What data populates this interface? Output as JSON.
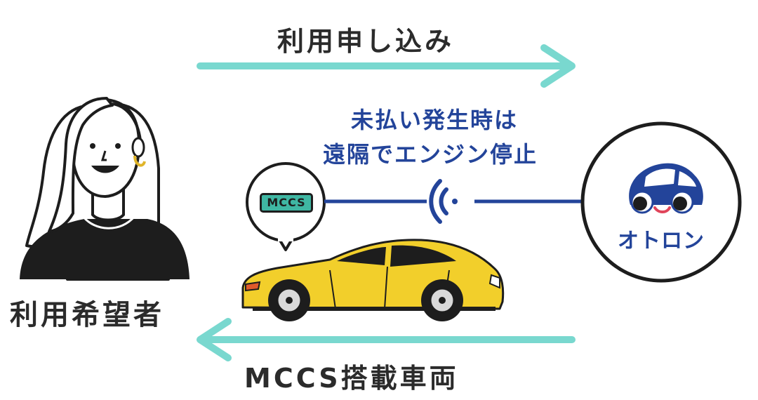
{
  "flow": {
    "top_label": "利用申し込み",
    "bottom_label": "MCCS搭載車両"
  },
  "user": {
    "label": "利用希望者"
  },
  "notice": {
    "line1": "未払い発生時は",
    "line2": "遠隔でエンジン停止"
  },
  "device": {
    "badge": "MCCS"
  },
  "service": {
    "name": "オトロン"
  },
  "colors": {
    "arrow": "#79d8cf",
    "navy": "#23449a",
    "car": "#f2cf2b",
    "badge": "#3fb7a3",
    "ink": "#1d1d1d"
  },
  "icons": {
    "person": "person-illustration",
    "car": "car-illustration",
    "signal": "wireless-signal-icon",
    "brand": "car-face-logo"
  }
}
